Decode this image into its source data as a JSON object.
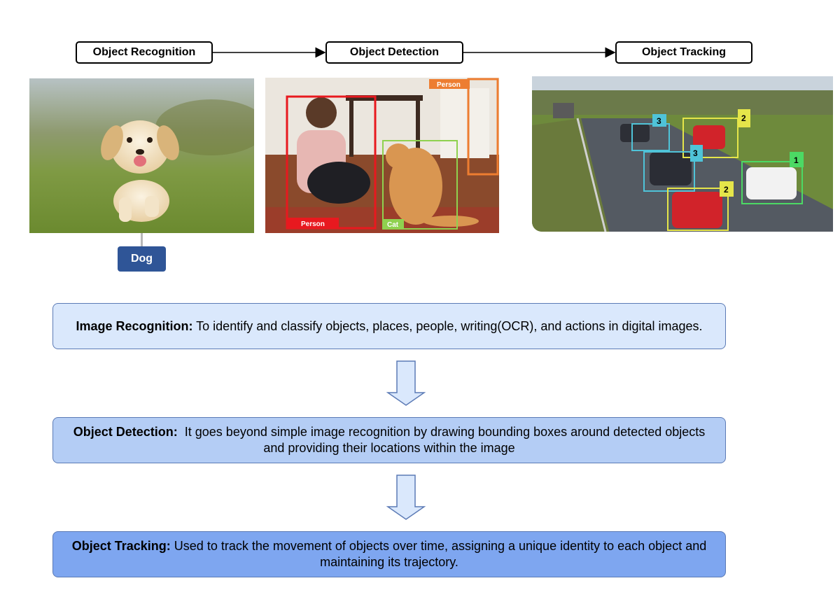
{
  "pipeline": {
    "stages": [
      {
        "label": "Object Recognition"
      },
      {
        "label": "Object Detection"
      },
      {
        "label": "Object Tracking"
      }
    ]
  },
  "recognition_panel": {
    "class_label": "Dog"
  },
  "detection_panel": {
    "labels": {
      "person_main": "Person",
      "person_side": "Person",
      "cat": "Cat"
    },
    "colors": {
      "person_main": "#e8191f",
      "person_side": "#ed7d31",
      "cat": "#8fd14f"
    }
  },
  "tracking_panel": {
    "ids": [
      "3",
      "2",
      "3",
      "1",
      "2"
    ],
    "colors": {
      "cyan": "#4fc3d8",
      "yellow": "#e5e54a",
      "green": "#4cd964"
    }
  },
  "descriptions": [
    {
      "term": "Image Recognition:",
      "text": " To identify and classify objects, places, people, writing(OCR), and actions in digital images.",
      "color": "#dae8fc"
    },
    {
      "term": "Object Detection:",
      "text": "  It goes beyond simple image recognition by drawing bounding boxes around detected objects and providing their locations within the image",
      "color": "#b4cdf5"
    },
    {
      "term": "Object Tracking:",
      "text": " Used to track the movement of objects over time, assigning a unique identity to each object and maintaining its trajectory.",
      "color": "#7ea6f0"
    }
  ]
}
